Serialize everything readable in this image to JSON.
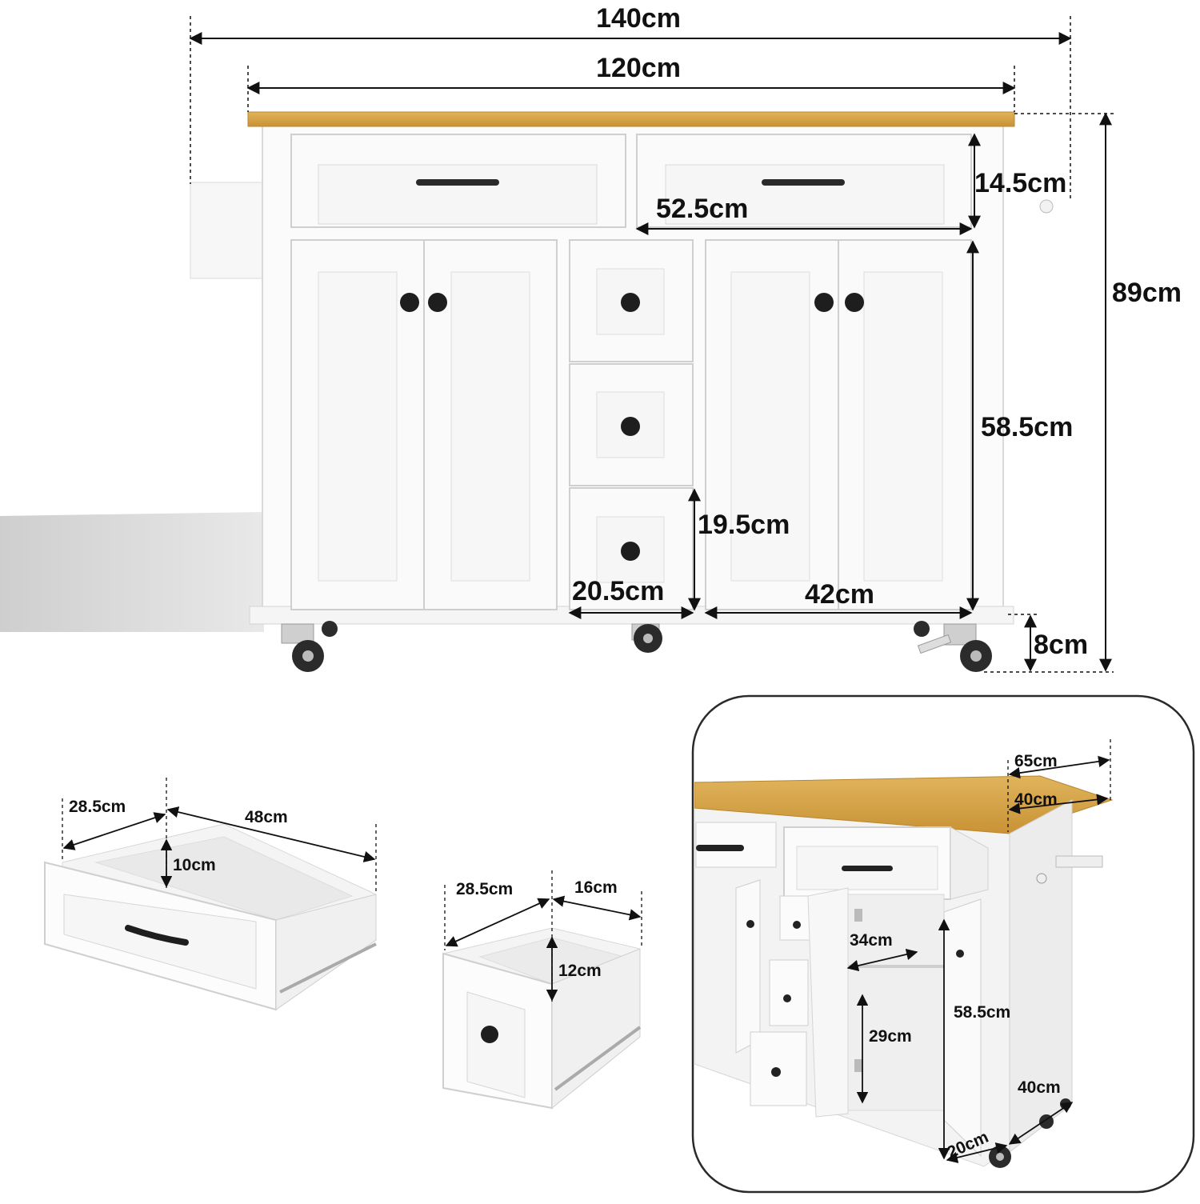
{
  "main_view": {
    "overall_width": "140cm",
    "top_width": "120cm",
    "top_drawer_height": "14.5cm",
    "top_drawer_width": "52.5cm",
    "total_height": "89cm",
    "cabinet_height": "58.5cm",
    "small_drawer_height": "19.5cm",
    "small_drawer_width": "20.5cm",
    "cabinet_width": "42cm",
    "caster_height": "8cm"
  },
  "large_drawer": {
    "depth": "28.5cm",
    "width": "48cm",
    "height": "10cm"
  },
  "small_drawer": {
    "depth": "28.5cm",
    "width": "16cm",
    "height": "12cm"
  },
  "open_view": {
    "top_depth": "65cm",
    "cabinet_depth": "40cm",
    "shelf_width": "34cm",
    "cabinet_height": "58.5cm",
    "lower_height": "29cm",
    "side_depth": "40cm",
    "bottom_width": "20cm"
  }
}
